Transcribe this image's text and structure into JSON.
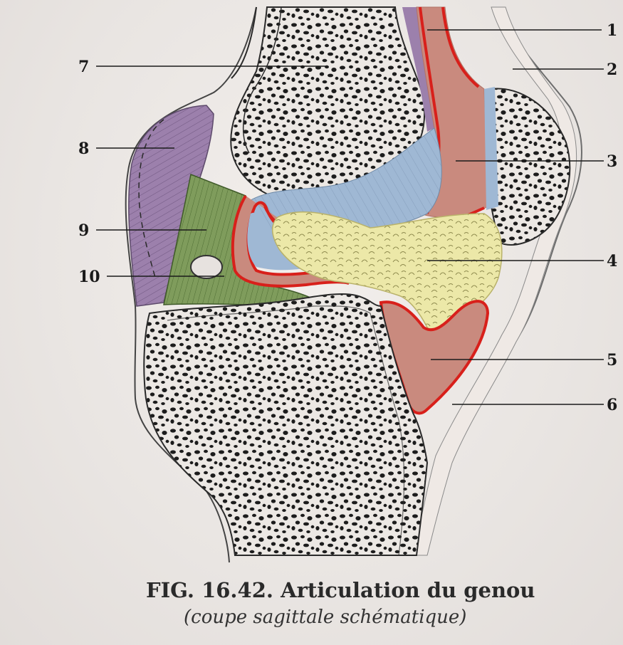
{
  "figure": {
    "caption_title": "FIG. 16.42. Articulation du genou",
    "caption_subtitle": "(coupe sagittale schématique)"
  },
  "labels": [
    {
      "id": "1",
      "text": "1"
    },
    {
      "id": "2",
      "text": "2"
    },
    {
      "id": "3",
      "text": "3"
    },
    {
      "id": "4",
      "text": "4"
    },
    {
      "id": "5",
      "text": "5"
    },
    {
      "id": "6",
      "text": "6"
    },
    {
      "id": "7",
      "text": "7"
    },
    {
      "id": "8",
      "text": "8"
    },
    {
      "id": "9",
      "text": "9"
    },
    {
      "id": "10",
      "text": "10"
    }
  ],
  "colors": {
    "bone": "#ebe6e2",
    "bone_spots": "#1c1c1c",
    "synovial_red": "#d8201b",
    "tendon_pink": "#c98a7e",
    "blue_cartilage": "#9fb8d4",
    "fat_pad_yellow": "#ece8a8",
    "muscle_purple": "#9c80ac",
    "ligament_green": "#7f9c5c",
    "background": "#ece8e5"
  }
}
